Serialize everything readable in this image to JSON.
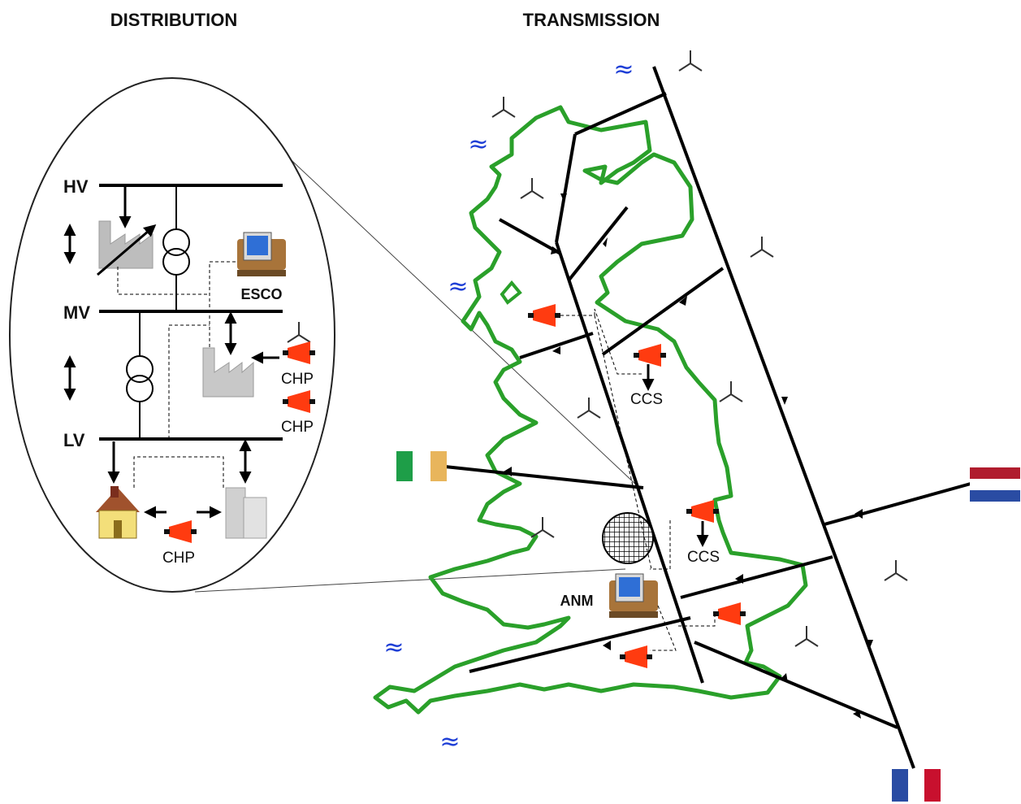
{
  "headings": {
    "distribution": "DISTRIBUTION",
    "transmission": "TRANSMISSION"
  },
  "buses": {
    "hv": "HV",
    "mv": "MV",
    "lv": "LV"
  },
  "labels": {
    "esco": "ESCO",
    "chp_1": "CHP",
    "chp_2": "CHP",
    "chp_3": "CHP",
    "ccs_1": "CCS",
    "ccs_2": "CCS",
    "anm": "ANM"
  },
  "wave_symbol": "≈",
  "colors": {
    "coastline": "#2aa02a",
    "line": "#000000",
    "generator": "#ff3b10",
    "sea_symbol": "#1f3fd6",
    "ireland": [
      "#1e9e48",
      "#ffffff",
      "#e8b55c"
    ],
    "netherlands": [
      "#b01c2e",
      "#ffffff",
      "#2a4ca3"
    ],
    "france": [
      "#2a4ca3",
      "#ffffff",
      "#c8102e"
    ]
  },
  "icons": [
    "wind-turbine-icon",
    "factory-icon",
    "transformer-icon",
    "computer-icon",
    "house-icon",
    "office-building-icon",
    "gas-turbine-icon",
    "storage-mesh-icon",
    "flag-icon"
  ]
}
